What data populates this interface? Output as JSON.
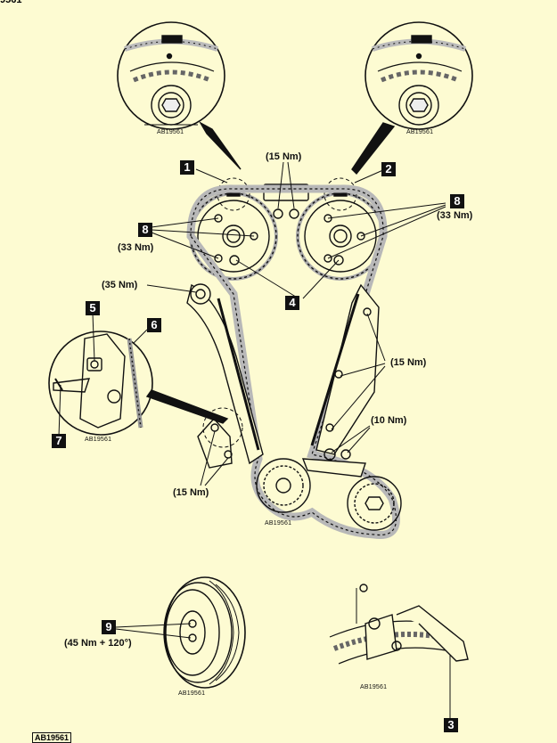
{
  "top_ref": "9561",
  "bottom_ref": "AB19561",
  "figure_refs": [
    "AB19561",
    "AB19561",
    "AB19561",
    "AB19561",
    "AB19561",
    "AB19561"
  ],
  "callouts": [
    "1",
    "2",
    "8",
    "8",
    "4",
    "5",
    "6",
    "7",
    "9",
    "3"
  ],
  "torques": {
    "top_bolts": "(15 Nm)",
    "cam_right": "(33 Nm)",
    "cam_left": "(33 Nm)",
    "tensioner_pivot": "(35 Nm)",
    "guide_right": "(15 Nm)",
    "guide_lower": "(10 Nm)",
    "guide_left_bottom": "(15 Nm)",
    "pulley": "(45 Nm + 120°)"
  },
  "colors": {
    "background": "#fdfbd2",
    "line": "#111111",
    "chain": "#b8b8b8"
  }
}
